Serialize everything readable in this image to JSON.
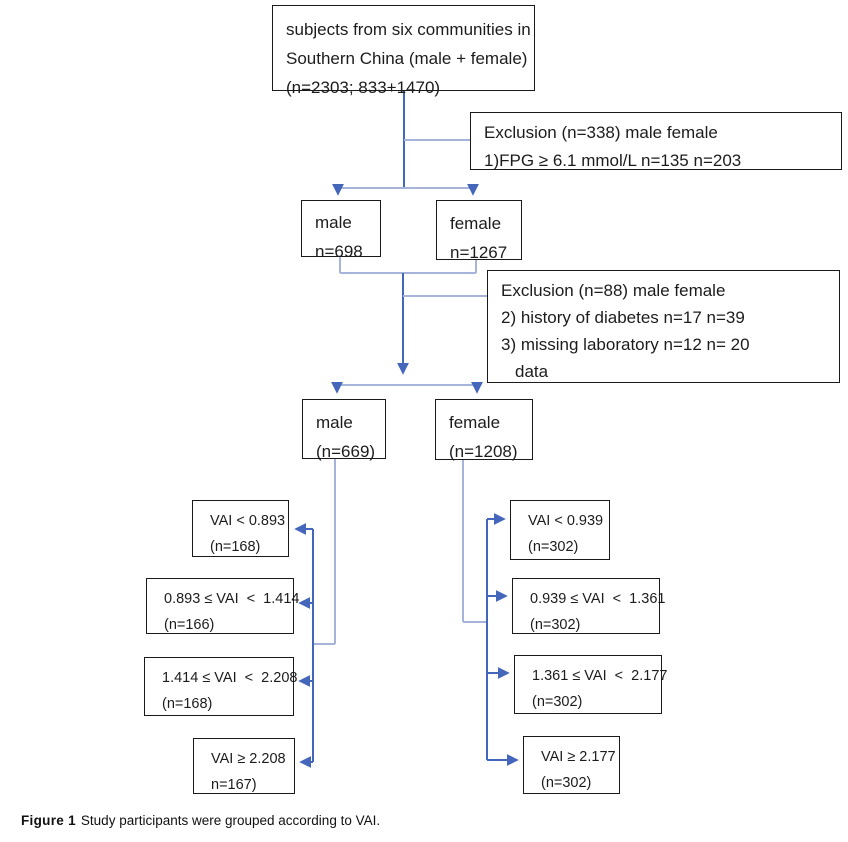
{
  "colors": {
    "line_light": "#a6b4db",
    "line_dark": "#4466bb",
    "box_border": "#1a1a1a"
  },
  "nodes": {
    "top": {
      "lines": [
        "subjects from six communities in",
        "Southern China (male + female)",
        "(n=2303; 833+1470)"
      ]
    },
    "exclusion1": {
      "lines": [
        "Exclusion (n=338) male female",
        "1)FPG ≥ 6.1 mmol/L n=135 n=203"
      ]
    },
    "male1": {
      "lines": [
        "male",
        "n=698"
      ]
    },
    "female1": {
      "lines": [
        "female",
        "n=1267"
      ]
    },
    "exclusion2": {
      "lines": [
        "Exclusion (n=88) male female",
        "2) history of diabetes n=17 n=39",
        "3) missing laboratory n=12 n= 20",
        "data"
      ]
    },
    "male2": {
      "lines": [
        "male",
        "(n=669)"
      ]
    },
    "female2": {
      "lines": [
        "female",
        "(n=1208)"
      ]
    },
    "male_vai": [
      {
        "lines": [
          "VAI < 0.893",
          "(n=168)"
        ]
      },
      {
        "lines": [
          "0.893 ≤ VAI  <  1.414",
          "(n=166)"
        ]
      },
      {
        "lines": [
          "1.414 ≤ VAI  <  2.208",
          "(n=168)"
        ]
      },
      {
        "lines": [
          "VAI ≥ 2.208",
          "n=167)"
        ]
      }
    ],
    "female_vai": [
      {
        "lines": [
          "VAI < 0.939",
          "(n=302)"
        ]
      },
      {
        "lines": [
          "0.939 ≤ VAI  <  1.361",
          "(n=302)"
        ]
      },
      {
        "lines": [
          "1.361 ≤ VAI  <  2.177",
          "(n=302)"
        ]
      },
      {
        "lines": [
          "VAI ≥ 2.177",
          "(n=302)"
        ]
      }
    ]
  },
  "caption": {
    "label": "Figure 1",
    "text": "Study participants were grouped according to VAI."
  }
}
